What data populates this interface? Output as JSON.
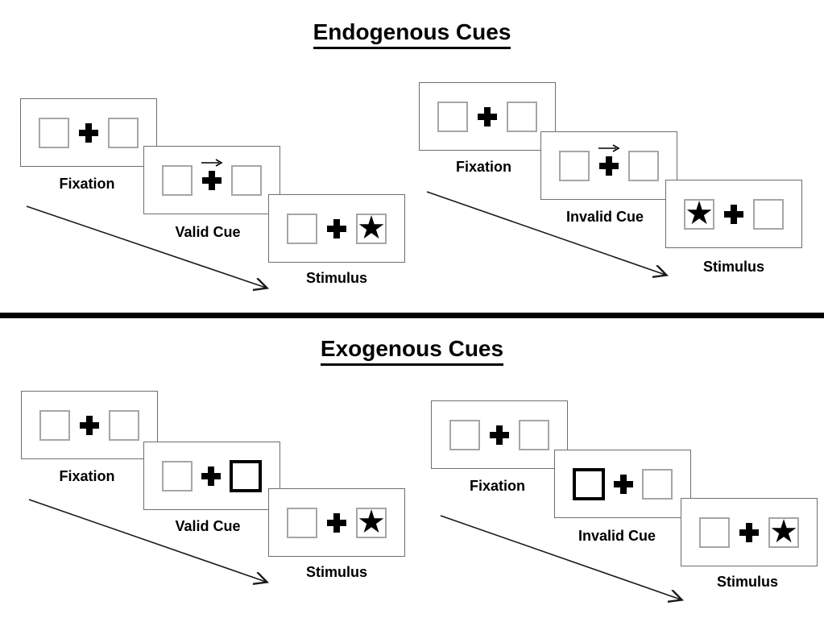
{
  "diagram": {
    "description": "Posner cueing paradigm trial sequences",
    "icons": {
      "star": "★"
    },
    "colors": {
      "ink": "#000000",
      "panel_border": "#6e6e6e",
      "square_border": "#a6a6a6",
      "bold_square_border": "#000000",
      "divider": "#000000"
    },
    "sections": [
      {
        "title": "Endogenous Cues",
        "groups": [
          {
            "name": "valid-trial",
            "panels": [
              {
                "label": "Fixation",
                "cue": "none",
                "stimulus": "none"
              },
              {
                "label": "Valid Cue",
                "cue": "central-arrow-right",
                "stimulus": "none"
              },
              {
                "label": "Stimulus",
                "cue": "none",
                "stimulus": "star-right"
              }
            ]
          },
          {
            "name": "invalid-trial",
            "panels": [
              {
                "label": "Fixation",
                "cue": "none",
                "stimulus": "none"
              },
              {
                "label": "Invalid Cue",
                "cue": "central-arrow-right",
                "stimulus": "none"
              },
              {
                "label": "Stimulus",
                "cue": "none",
                "stimulus": "star-left"
              }
            ]
          }
        ]
      },
      {
        "title": "Exogenous Cues",
        "groups": [
          {
            "name": "valid-trial",
            "panels": [
              {
                "label": "Fixation",
                "cue": "none",
                "stimulus": "none"
              },
              {
                "label": "Valid Cue",
                "cue": "peripheral-box-right",
                "stimulus": "none"
              },
              {
                "label": "Stimulus",
                "cue": "none",
                "stimulus": "star-right"
              }
            ]
          },
          {
            "name": "invalid-trial",
            "panels": [
              {
                "label": "Fixation",
                "cue": "none",
                "stimulus": "none"
              },
              {
                "label": "Invalid Cue",
                "cue": "peripheral-box-left",
                "stimulus": "none"
              },
              {
                "label": "Stimulus",
                "cue": "none",
                "stimulus": "star-right"
              }
            ]
          }
        ]
      }
    ]
  }
}
